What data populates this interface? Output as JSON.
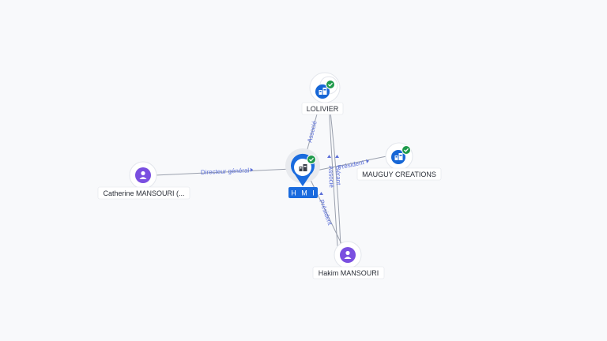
{
  "nodes": {
    "center": {
      "label": "H M I",
      "type": "company",
      "verified": true
    },
    "lolivier": {
      "label": "LOLIVIER",
      "type": "company",
      "verified": true
    },
    "mauguy": {
      "label": "MAUGUY CREATIONS",
      "type": "company",
      "verified": true
    },
    "catherine": {
      "label": "Catherine MANSOURI (...",
      "type": "person",
      "verified": false
    },
    "hakim": {
      "label": "Hakim MANSOURI",
      "type": "person",
      "verified": false
    }
  },
  "edges": {
    "catherine_center": "Directeur général",
    "lolivier_center": "Associé",
    "center_mauguy": "Président",
    "hakim_center": "Président",
    "hakim_lolivier_1": "Gérant",
    "hakim_lolivier_2": "Associé"
  },
  "icons": {
    "company": "building-icon",
    "person": "person-icon",
    "verified": "check-badge-icon",
    "center": "map-pin-icon"
  },
  "colors": {
    "company": "#1666d6",
    "person": "#7a4fe0",
    "verified": "#1e9a4b",
    "edge_label": "#5b6fd8",
    "edge": "#9aa0ad"
  }
}
